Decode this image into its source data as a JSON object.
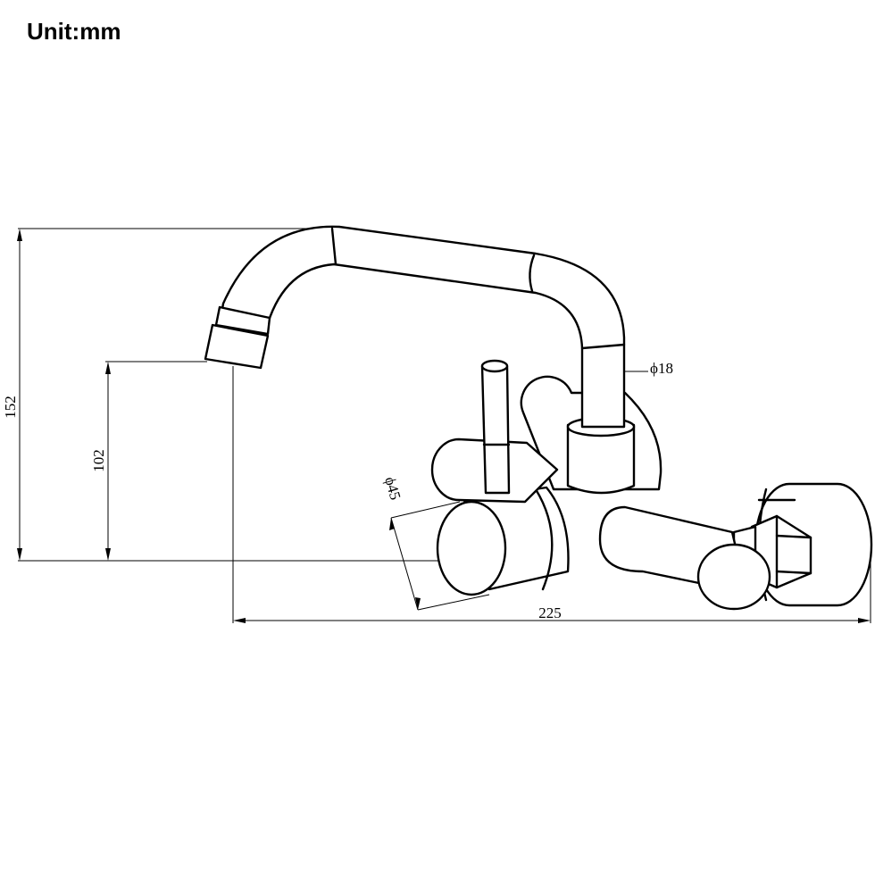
{
  "header": {
    "unit_label": "Unit:mm"
  },
  "dimensions": {
    "overall_height": "152",
    "spout_height": "102",
    "overall_width": "225",
    "handle_diameter": "ϕ45",
    "spout_diameter": "ϕ18"
  }
}
